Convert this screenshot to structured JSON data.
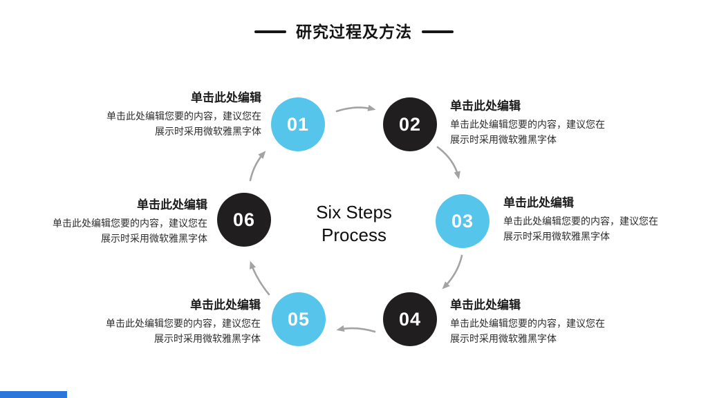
{
  "slide": {
    "title": "研究过程及方法",
    "center_title_line1": "Six Steps",
    "center_title_line2": "Process"
  },
  "steps": [
    {
      "number": "01",
      "heading": "单击此处编辑",
      "body1": "单击此处编辑您要的内容，建议您在",
      "body2": "展示时采用微软雅黑字体",
      "circle_color": "#56C5EC",
      "side": "left"
    },
    {
      "number": "02",
      "heading": "单击此处编辑",
      "body1": "单击此处编辑您要的内容，建议您在",
      "body2": "展示时采用微软雅黑字体",
      "circle_color": "#211E1F",
      "side": "right"
    },
    {
      "number": "03",
      "heading": "单击此处编辑",
      "body1": "单击此处编辑您要的内容，建议您在",
      "body2": "展示时采用微软雅黑字体",
      "circle_color": "#56C5EC",
      "side": "right"
    },
    {
      "number": "04",
      "heading": "单击此处编辑",
      "body1": "单击此处编辑您要的内容，建议您在",
      "body2": "展示时采用微软雅黑字体",
      "circle_color": "#211E1F",
      "side": "right"
    },
    {
      "number": "05",
      "heading": "单击此处编辑",
      "body1": "单击此处编辑您要的内容，建议您在",
      "body2": "展示时采用微软雅黑字体",
      "circle_color": "#56C5EC",
      "side": "left"
    },
    {
      "number": "06",
      "heading": "单击此处编辑",
      "body1": "单击此处编辑您要的内容，建议您在",
      "body2": "展示时采用微软雅黑字体",
      "circle_color": "#211E1F",
      "side": "left"
    }
  ],
  "colors": {
    "step_blue": "#56C5EC",
    "step_dark": "#211E1F",
    "arrow_gray": "#A3A3A3",
    "accent_bar_blue": "#2B76D9",
    "title_text": "#141414"
  }
}
